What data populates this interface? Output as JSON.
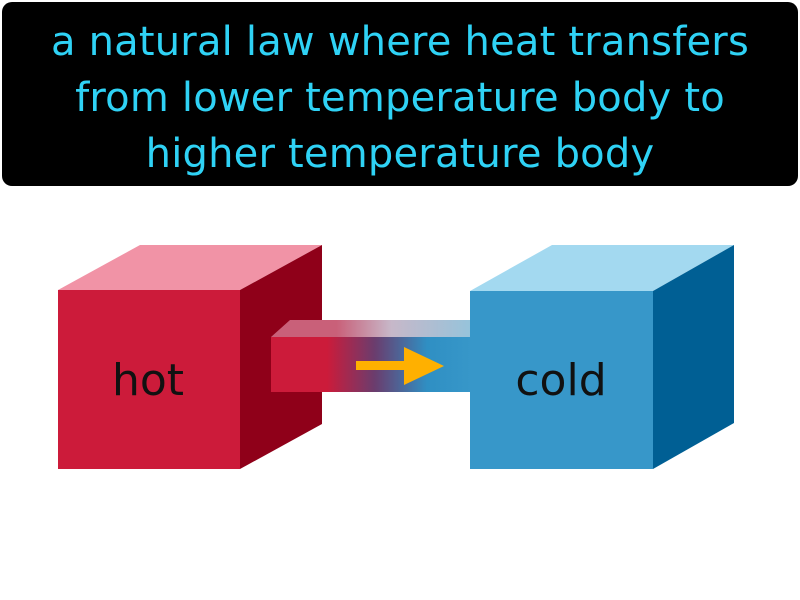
{
  "caption": {
    "text": "a natural law where heat transfers from lower temperature body to higher temperature body",
    "text_color": "#2fd2f5",
    "background": "#000000"
  },
  "diagram": {
    "hot_cube": {
      "label": "hot",
      "front_color": "#cc1b3a",
      "top_color": "#f193a6",
      "side_color": "#8f0019"
    },
    "cold_cube": {
      "label": "cold",
      "front_color": "#3797c9",
      "top_color": "#a3d9f0",
      "side_color": "#005f94"
    },
    "connector": {
      "start_color": "#cc1b3a",
      "end_color": "#3797c9"
    },
    "arrow": {
      "icon": "right-arrow-icon",
      "color": "#ffb000"
    }
  }
}
